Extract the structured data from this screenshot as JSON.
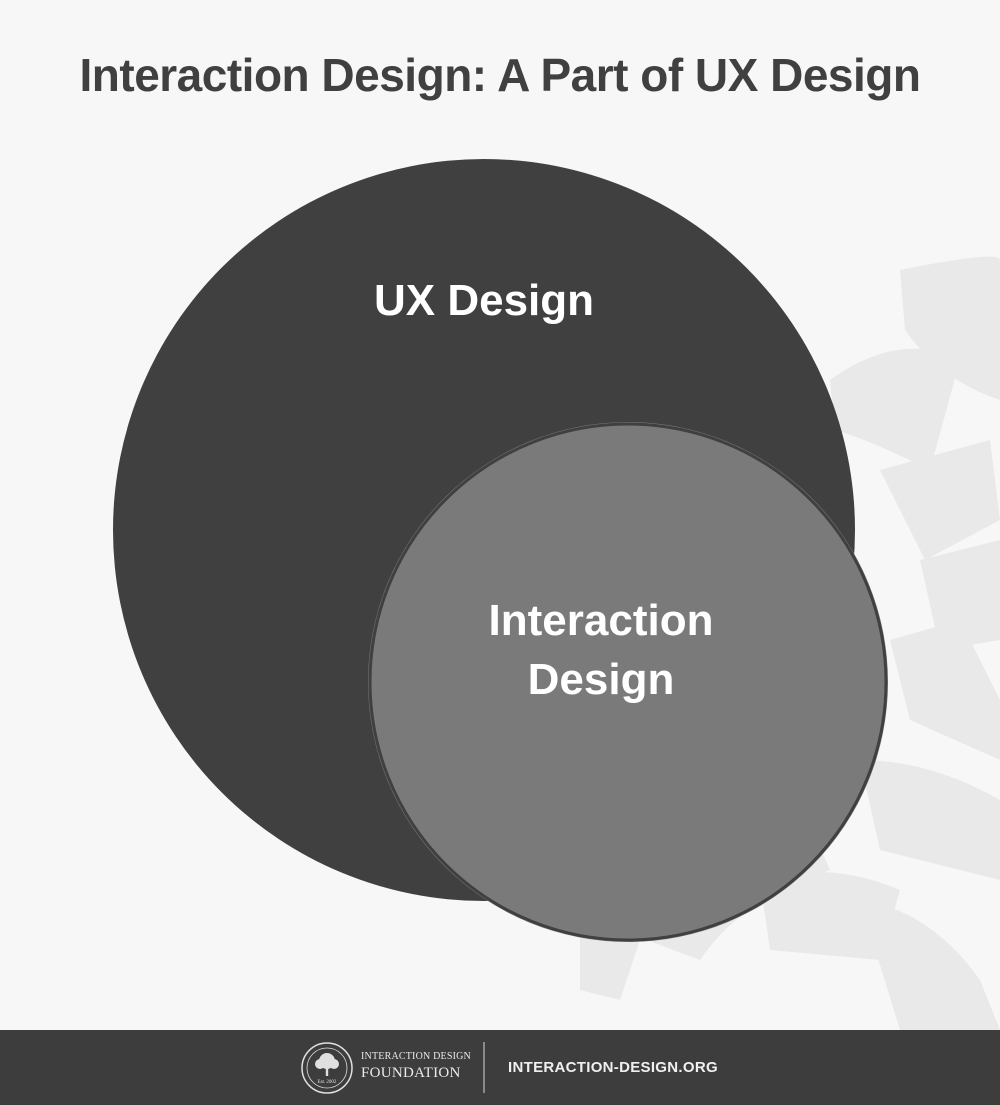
{
  "title": "Interaction Design: A Part of UX Design",
  "diagram": {
    "outer_label": "UX Design",
    "inner_label_line1": "Interaction",
    "inner_label_line2": "Design"
  },
  "footer": {
    "logo_line1": "INTERACTION DESIGN",
    "logo_line2": "FOUNDATION",
    "logo_est": "Est. 2002",
    "url": "INTERACTION-DESIGN.ORG"
  },
  "colors": {
    "background": "#f7f7f7",
    "outer_circle": "#404040",
    "inner_circle": "#7a7a7a",
    "footer": "#3d3d3d"
  }
}
